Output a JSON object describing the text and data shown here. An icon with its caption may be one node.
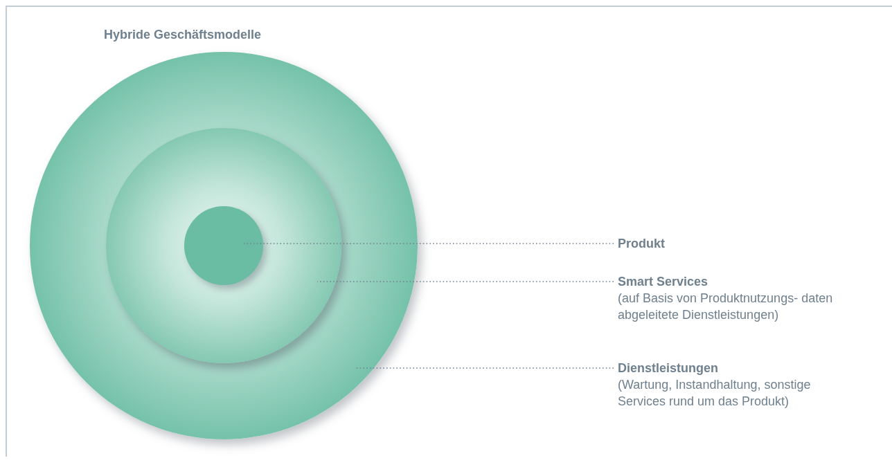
{
  "diagram": {
    "title": "Hybride Geschäftsmodelle",
    "nodes": [
      {
        "text": [],
        "shape": "circle"
      },
      {
        "text": [],
        "shape": "circle",
        "in": 0
      },
      {
        "text": [],
        "shape": "circle",
        "in": 1
      },
      {
        "text": [
          "Produkt"
        ]
      },
      {
        "text": [
          "Smart Services",
          "(auf Basis von Produktnutzungs- daten abgeleitete Dienstleistungen)"
        ]
      },
      {
        "text": [
          "Dienstleistungen",
          "(Wartung, Instandhaltung, sonstige Services rund um das Produkt)"
        ]
      }
    ],
    "edges": [
      {
        "from": 3,
        "to": 2,
        "arrow": "none",
        "style": "dashed"
      },
      {
        "from": 4,
        "to": 1,
        "arrow": "none",
        "style": "dashed"
      },
      {
        "from": 5,
        "to": 0,
        "arrow": "none",
        "style": "dashed"
      }
    ]
  }
}
